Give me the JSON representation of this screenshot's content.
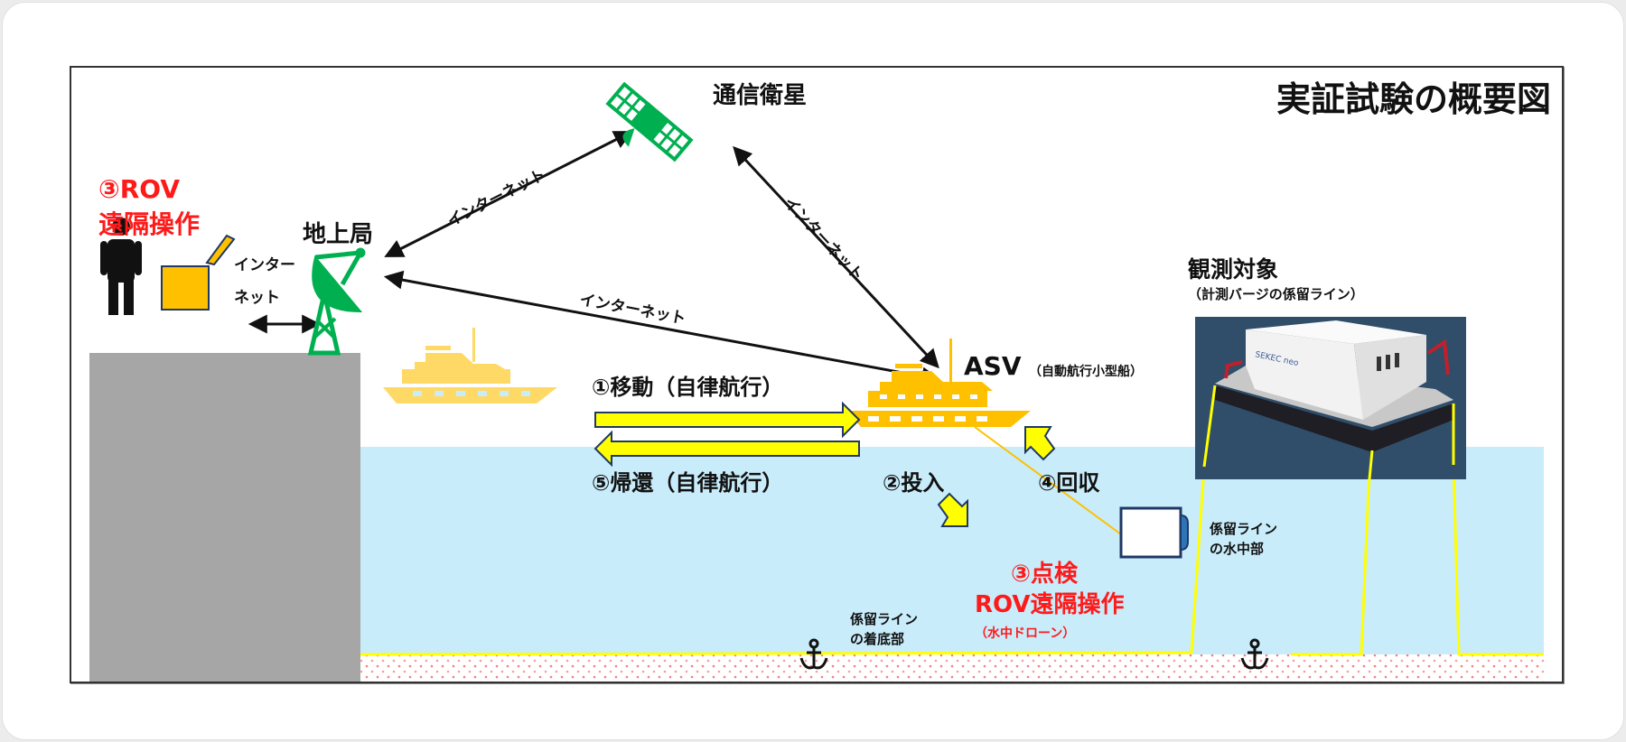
{
  "title": "実証試験の概要図",
  "nodes": {
    "satellite": {
      "label": "通信衛星",
      "icon": "satellite-icon"
    },
    "ground_station": {
      "label": "地上局",
      "icon": "satellite-dish-icon"
    },
    "operator": {
      "step": "③ROV",
      "label": "遠隔操作",
      "icon": "person-icon",
      "console_icon": "laptop-icon"
    },
    "asv": {
      "label": "ASV",
      "sub": "（自動航行小型船）",
      "icon": "ship-icon"
    },
    "target": {
      "label": "観測対象",
      "sub": "（計測バージの係留ライン）",
      "photo_caption": "SEKEC neo",
      "icon": "barge-photo"
    },
    "rov": {
      "step": "③点検",
      "label": "ROV遠隔操作",
      "sub": "（水中ドローン）",
      "icon": "underwater-drone-icon"
    }
  },
  "links": {
    "operator_ground_line1": "インター",
    "operator_ground_line2": "ネット",
    "ground_satellite": "インターネット",
    "satellite_asv": "インターネット",
    "ground_asv": "インターネット"
  },
  "steps": {
    "move": "①移動（自律航行）",
    "return": "⑤帰還（自律航行）",
    "deploy": "②投入",
    "recover": "④回収"
  },
  "mooring": {
    "underwater_line1": "係留ライン",
    "underwater_line2": "の水中部",
    "seabed_line1": "係留ライン",
    "seabed_line2": "の着底部"
  },
  "colors": {
    "accent_red": "#ff1a1a",
    "icon_green": "#00b050",
    "ship_orange": "#ffc000",
    "ship_faded": "#ffd966",
    "arrow_yellow": "#ffff00",
    "water": "#c9ecfa",
    "quay_gray": "#a6a6a6",
    "mooring_line": "#ffff00"
  }
}
